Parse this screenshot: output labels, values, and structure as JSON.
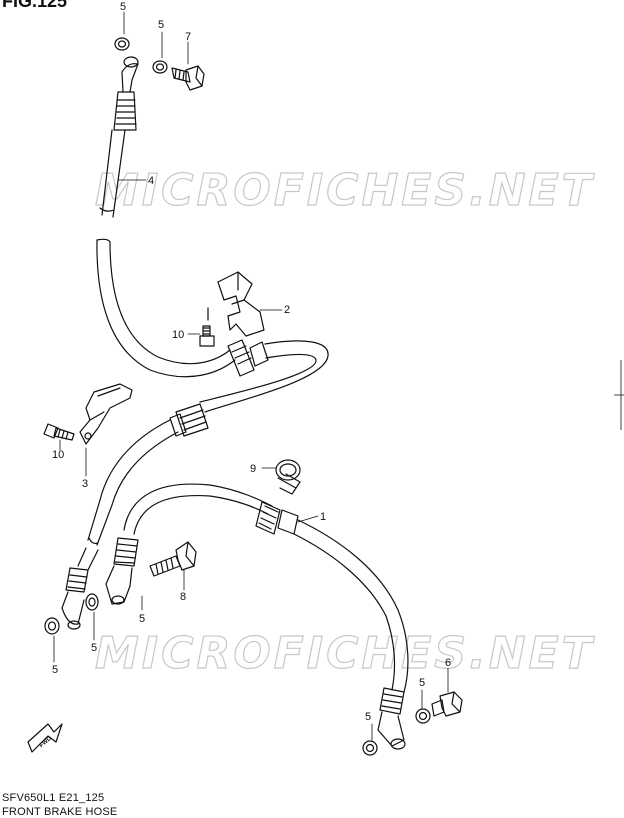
{
  "figure": {
    "title_partial": "FIG.125",
    "code": "SFV650L1 E21_125",
    "name": "FRONT BRAKE HOSE",
    "fwd_label": "FWD"
  },
  "watermark": "MICROFICHES.NET",
  "callouts": [
    {
      "id": "c5a",
      "text": "5"
    },
    {
      "id": "c5b",
      "text": "5"
    },
    {
      "id": "c7",
      "text": "7"
    },
    {
      "id": "c4",
      "text": "4"
    },
    {
      "id": "c2",
      "text": "2"
    },
    {
      "id": "c10a",
      "text": "10"
    },
    {
      "id": "c10b",
      "text": "10"
    },
    {
      "id": "c3",
      "text": "3"
    },
    {
      "id": "c9",
      "text": "9"
    },
    {
      "id": "c1",
      "text": "1"
    },
    {
      "id": "c8",
      "text": "8"
    },
    {
      "id": "c5c",
      "text": "5"
    },
    {
      "id": "c5d",
      "text": "5"
    },
    {
      "id": "c5e",
      "text": "5"
    },
    {
      "id": "c5f",
      "text": "5"
    },
    {
      "id": "c5g",
      "text": "5"
    },
    {
      "id": "c6",
      "text": "6"
    }
  ]
}
